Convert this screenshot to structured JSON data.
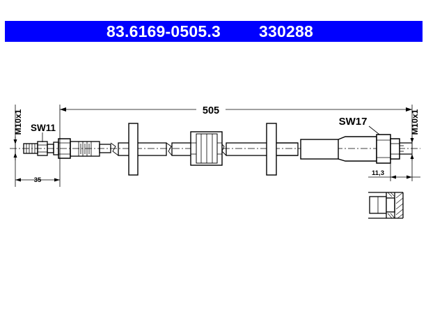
{
  "header": {
    "part_number": "83.6169-0505.3",
    "ref_number": "330288",
    "background_color": "#0000ff",
    "text_color": "#ffffff"
  },
  "labels": {
    "length": "505",
    "left_thread": "M10x1",
    "left_wrench": "SW11",
    "left_offset": "35",
    "right_wrench": "SW17",
    "right_thread": "M10x1",
    "right_offset": "11,3"
  }
}
